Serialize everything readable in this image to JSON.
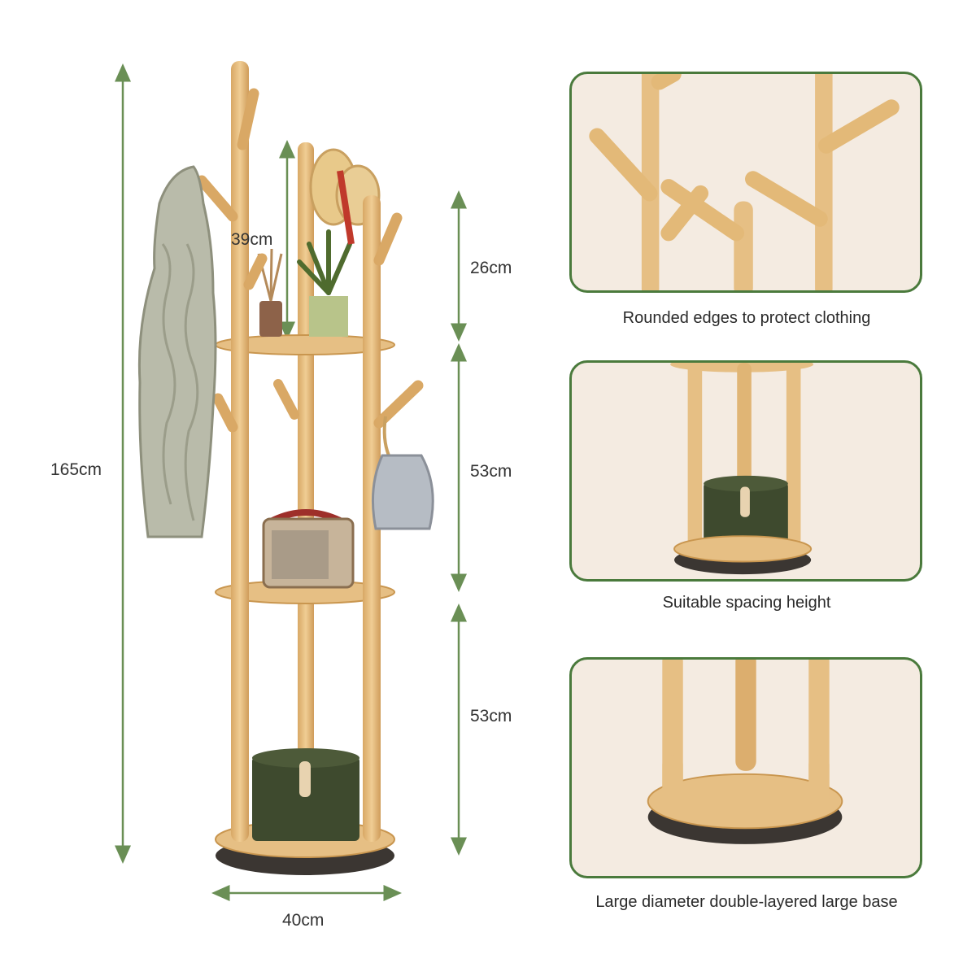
{
  "colors": {
    "arrow": "#6a8f55",
    "panel_border": "#4a7a3c",
    "panel_bg": "#f4ebe1",
    "wood": "#e6bf84",
    "wood_dark": "#c9964f",
    "base_dark": "#3b3632",
    "box_green": "#3e4a2e"
  },
  "dimensions": {
    "total_height": "165cm",
    "top_post": "39cm",
    "top_section": "26cm",
    "middle_section": "53cm",
    "bottom_section": "53cm",
    "base_width": "40cm"
  },
  "features": [
    {
      "caption": "Rounded edges to protect clothing"
    },
    {
      "caption": "Suitable spacing height"
    },
    {
      "caption": "Large diameter double-layered large base"
    }
  ]
}
